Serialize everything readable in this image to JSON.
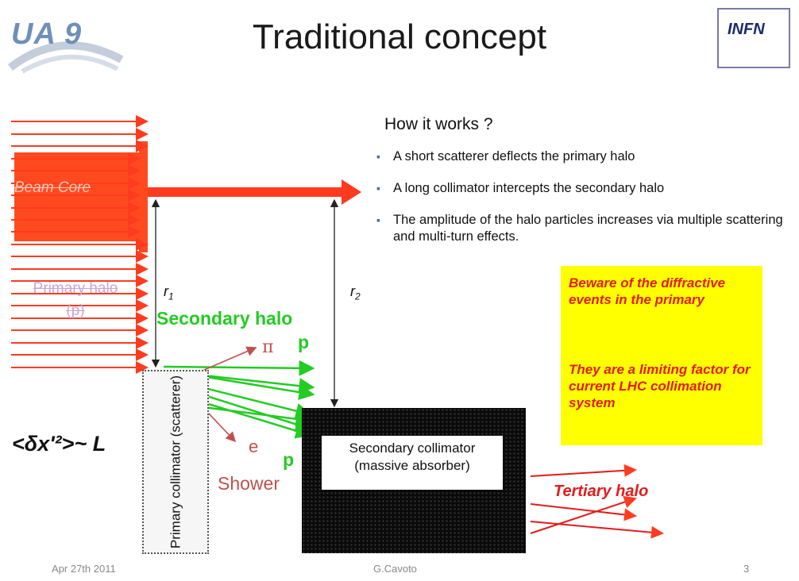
{
  "slide": {
    "title": "Traditional concept",
    "logo_left": "UA 9",
    "logo_right": "INFN"
  },
  "bullets": {
    "heading": "How it works ?",
    "items": [
      "A short scatterer deflects the primary halo",
      "A long collimator intercepts the secondary halo",
      "The amplitude of the halo particles increases via multiple scattering and multi-turn effects."
    ]
  },
  "note": {
    "line1": "Beware of the diffractive events in the primary",
    "line2": "They are a limiting factor for current LHC collimation system"
  },
  "diagram": {
    "beam_core": "Beam Core",
    "primary_halo": "Primary halo (p)",
    "r1": "r",
    "r1_sub": "1",
    "r2": "r",
    "r2_sub": "2",
    "secondary_halo": "Secondary halo",
    "p_top": "p",
    "p_bottom": "p",
    "pi": "π",
    "e": "e",
    "shower": "Shower",
    "formula": "<δx'²>~ L",
    "primary_collimator": "Primary collimator (scatterer)",
    "secondary_collimator_line1": "Secondary collimator",
    "secondary_collimator_line2": "(massive absorber)",
    "tertiary_halo": "Tertiary halo",
    "colors": {
      "beam_red": "#ff3b1f",
      "halo_green": "#22cc22",
      "shower_brown": "#c0504d",
      "note_yellow": "#ffff00"
    }
  },
  "footer": {
    "date": "Apr 27th 2011",
    "author": "G.Cavoto",
    "page": "3"
  }
}
